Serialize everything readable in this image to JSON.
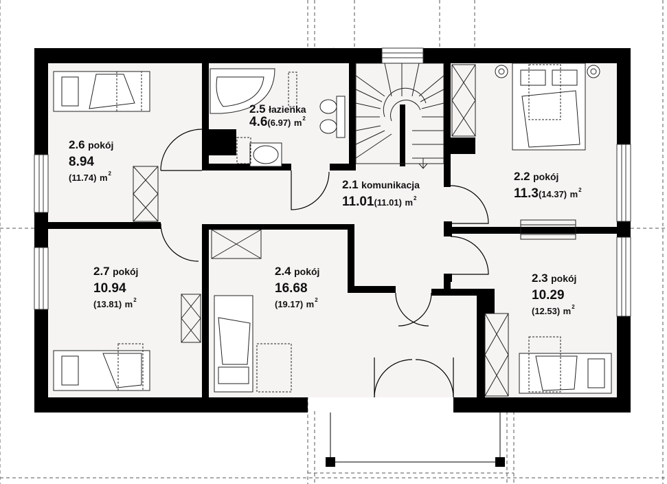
{
  "rooms": [
    {
      "id": "2.1",
      "name": "komunikacja",
      "area": "11.01",
      "gross": "(11.01)",
      "unit": "m",
      "exp": "2"
    },
    {
      "id": "2.2",
      "name": "pokój",
      "area": "11.3",
      "gross": "(14.37)",
      "unit": "m",
      "exp": "2"
    },
    {
      "id": "2.3",
      "name": "pokój",
      "area": "10.29",
      "gross": "(12.53)",
      "unit": "m",
      "exp": "2"
    },
    {
      "id": "2.4",
      "name": "pokój",
      "area": "16.68",
      "gross": "(19.17)",
      "unit": "m",
      "exp": "2"
    },
    {
      "id": "2.5",
      "name": "łazienka",
      "area": "4.6",
      "gross": "(6.97)",
      "unit": "m",
      "exp": "2"
    },
    {
      "id": "2.6",
      "name": "pokój",
      "area": "8.94",
      "gross": "(11.74)",
      "unit": "m",
      "exp": "2"
    },
    {
      "id": "2.7",
      "name": "pokój",
      "area": "10.94",
      "gross": "(13.81)",
      "unit": "m",
      "exp": "2"
    }
  ]
}
